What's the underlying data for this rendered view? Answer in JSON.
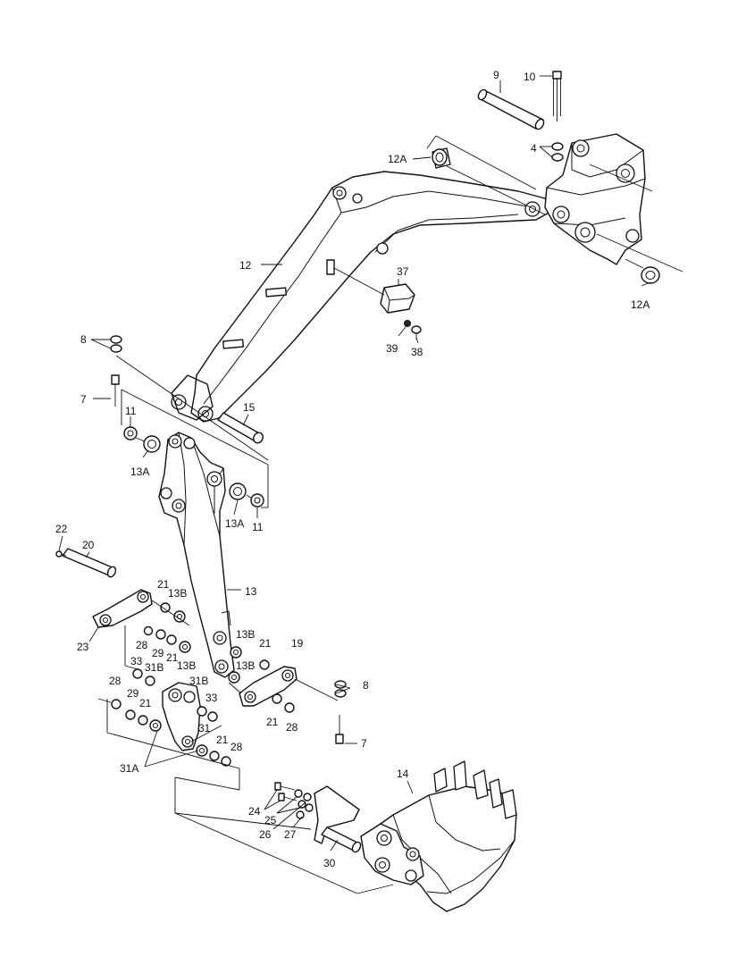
{
  "callouts": {
    "c9": "9",
    "c10": "10",
    "c4": "4",
    "c12A_top": "12A",
    "c12A_right": "12A",
    "c12": "12",
    "c37": "37",
    "c39": "39",
    "c38": "38",
    "c8_left": "8",
    "c7_left": "7",
    "c11_left": "11",
    "c13A_left": "13A",
    "c15": "15",
    "c13A_right": "13A",
    "c11_right": "11",
    "c22": "22",
    "c20": "20",
    "c21_a": "21",
    "c13B_a": "13B",
    "c13": "13",
    "c23": "23",
    "c28_a": "28",
    "c29_a": "29",
    "c21_b": "21",
    "c13B_b": "13B",
    "c33_a": "33",
    "c31B_a": "31B",
    "c28_b": "28",
    "c29_b": "29",
    "c21_c": "21",
    "c31B_b": "31B",
    "c33_b": "33",
    "c31": "31",
    "c31A": "31A",
    "c21_d": "21",
    "c28_c": "28",
    "c13B_c": "13B",
    "c21_e": "21",
    "c13B_d": "13B",
    "c19": "19",
    "c21_f": "21",
    "c28_d": "28",
    "c8_right": "8",
    "c7_right": "7",
    "c14": "14",
    "c24": "24",
    "c25": "25",
    "c26": "26",
    "c27": "27",
    "c30": "30"
  }
}
